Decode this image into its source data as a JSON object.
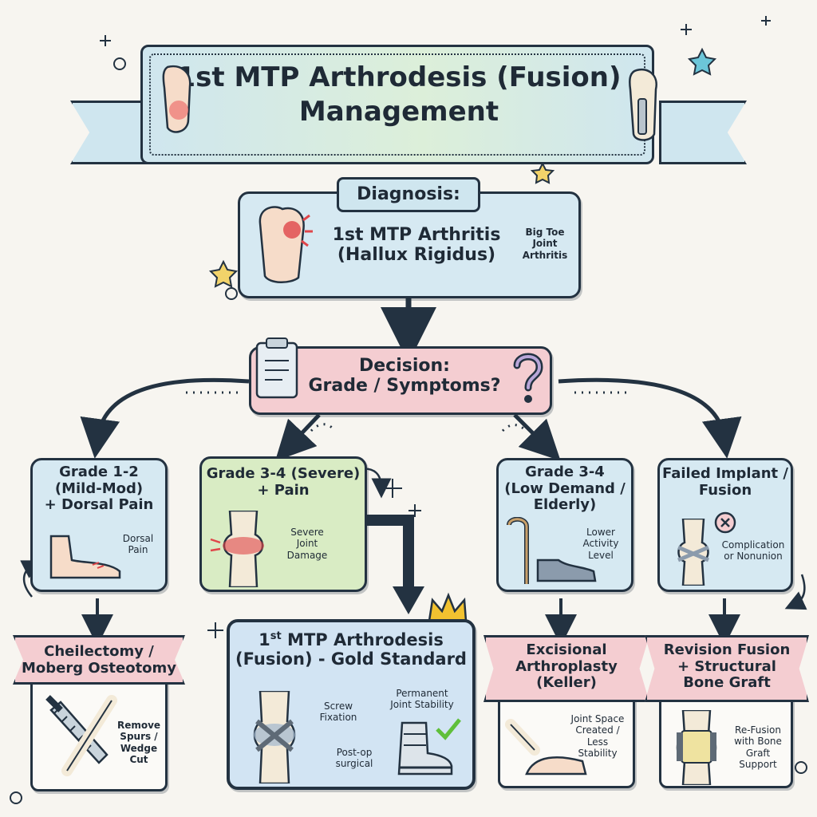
{
  "header": {
    "title_line1": "1st MTP Arthrodesis (Fusion)",
    "title_line2": "Management"
  },
  "diagnosis": {
    "label": "Diagnosis:",
    "line1": "1st MTP Arthritis",
    "line2": "(Hallux Rigidus)",
    "note_line1": "Big Toe",
    "note_line2": "Joint",
    "note_line3": "Arthritis"
  },
  "decision": {
    "line1": "Decision:",
    "line2": "Grade / Symptoms?"
  },
  "branches": [
    {
      "title_lines": [
        "Grade 1-2",
        "(Mild-Mod)",
        "+ Dorsal Pain"
      ],
      "note_lines": [
        "Dorsal",
        "Pain"
      ]
    },
    {
      "title_lines": [
        "Grade 3-4 (Severe)",
        "+ Pain"
      ],
      "note_lines": [
        "Severe",
        "Joint",
        "Damage"
      ]
    },
    {
      "title_lines": [
        "Grade 3-4",
        "(Low Demand /",
        "Elderly)"
      ],
      "note_lines": [
        "Lower",
        "Activity",
        "Level"
      ]
    },
    {
      "title_lines": [
        "Failed Implant /",
        "Fusion"
      ],
      "note_lines": [
        "Complication",
        "or Nonunion"
      ]
    }
  ],
  "outcomes": [
    {
      "title_lines": [
        "Cheilectomy /",
        "Moberg Osteotomy"
      ],
      "note_lines": [
        "Remove",
        "Spurs /",
        "Wedge",
        "Cut"
      ]
    },
    {
      "title_pre": "1",
      "title_sup": "st",
      "title_line1_rest": " MTP Arthrodesis",
      "title_line2": "(Fusion) - Gold Standard",
      "screw_note": [
        "Screw",
        "Fixation"
      ],
      "stability_note": [
        "Permanent",
        "Joint Stability"
      ],
      "postop_note": [
        "Post-op",
        "surgical"
      ]
    },
    {
      "title_lines": [
        "Excisional",
        "Arthroplasty",
        "(Keller)"
      ],
      "note_lines": [
        "Joint Space",
        "Created /",
        "Less",
        "Stability"
      ]
    },
    {
      "title_lines": [
        "Revision Fusion",
        "+ Structural",
        "Bone Graft"
      ],
      "note_lines": [
        "Re-Fusion",
        "with Bone",
        "Graft",
        "Support"
      ]
    }
  ],
  "colors": {
    "ink": "#233241",
    "blue_box": "#d6e9f2",
    "green_box": "#d9ecc4",
    "pink_box": "#f4cdd1",
    "accent_red": "#e0464a",
    "check_green": "#5fbf3a",
    "star_yellow": "#f2c230"
  }
}
